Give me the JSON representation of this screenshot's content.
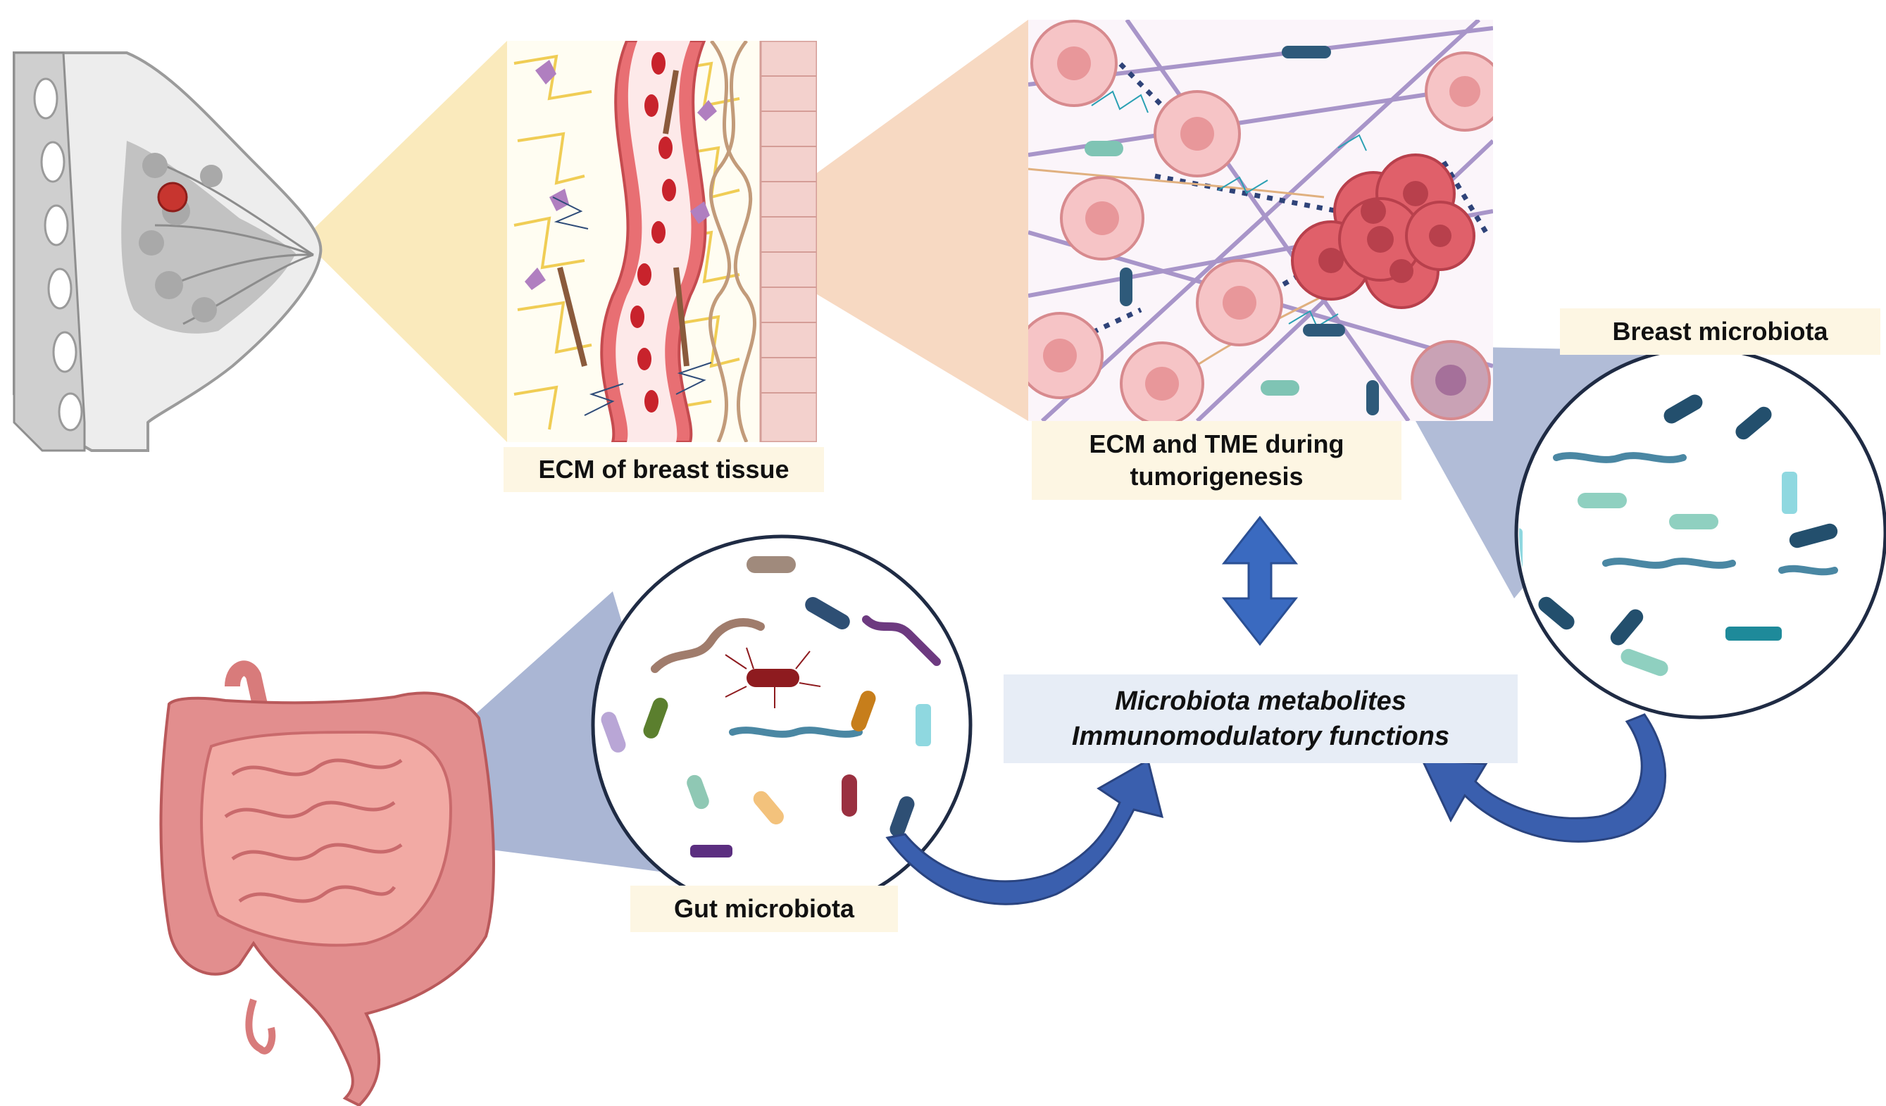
{
  "labels": {
    "ecm_breast_tissue": "ECM of breast tissue",
    "ecm_tme_line1": "ECM and TME during",
    "ecm_tme_line2": "tumorigenesis",
    "breast_microbiota": "Breast microbiota",
    "gut_microbiota": "Gut microbiota"
  },
  "center_box": {
    "line1": "Microbiota metabolites",
    "line2": "Immunomodulatory functions"
  },
  "colors": {
    "arrow_blue": "#3a5fae",
    "label_bg": "#fdf6e3",
    "center_box_bg": "#e7edf6",
    "zoom_yellow": "#f8e3a6",
    "zoom_peach": "#f4c9a8",
    "zoom_blue": "#7d8fbd",
    "tumor_red": "#d9535f",
    "cell_pink": "#f6c4c6",
    "intestine_pink": "#e38d8d",
    "vessel_red": "#c8232c"
  }
}
